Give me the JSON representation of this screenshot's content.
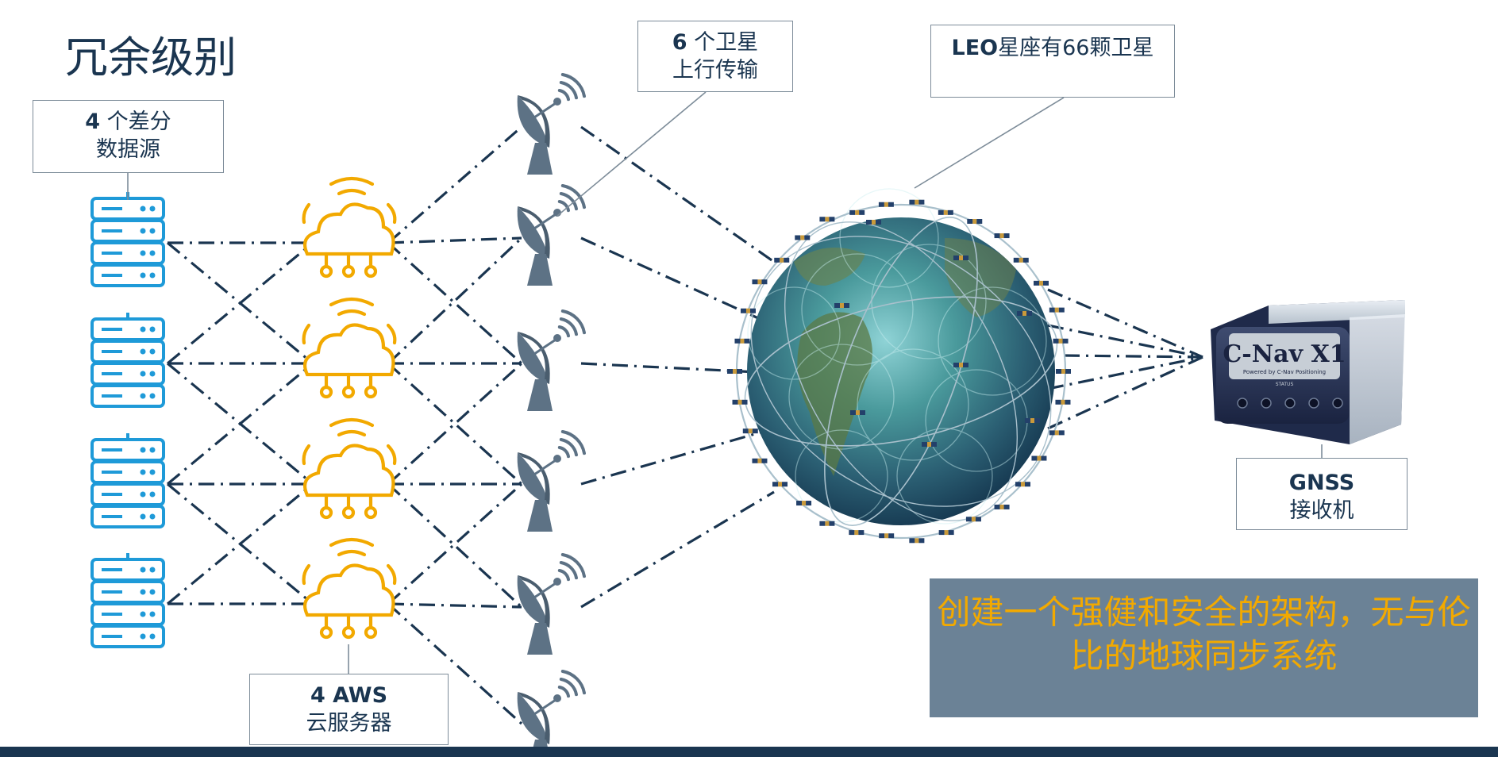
{
  "title": "冗余级别",
  "boxes": {
    "diff_sources": {
      "line1_num": "4",
      "line1_text": " 个差分",
      "line2": "数据源"
    },
    "uplink": {
      "line1_num": "6",
      "line1_text": " 个卫星",
      "line2": "上行传输"
    },
    "leo": {
      "prefix": "LEO",
      "text": "星座有66颗卫星"
    },
    "gnss": {
      "line1": "GNSS",
      "line2": "接收机"
    },
    "aws": {
      "line1": "4 AWS",
      "line2": "云服务器"
    }
  },
  "slogan": "创建一个强健和安全的架构，无与伦比的地球同步系统",
  "receiver": {
    "brand": "C-Nav X1",
    "sublabel": "Powered by C-Nav Positioning",
    "button_label": "STATUS"
  },
  "colors": {
    "navy": "#1a3550",
    "server_blue": "#1e9ad8",
    "cloud_amber": "#f2a900",
    "dish_gray": "#5d7285",
    "slogan_bg": "#6b8296",
    "slogan_text": "#f2a900"
  },
  "icons": {
    "server": "server-rack-icon",
    "cloud": "cloud-network-icon",
    "dish": "satellite-dish-icon",
    "globe": "earth-globe-icon",
    "receiver": "gnss-receiver-icon"
  }
}
